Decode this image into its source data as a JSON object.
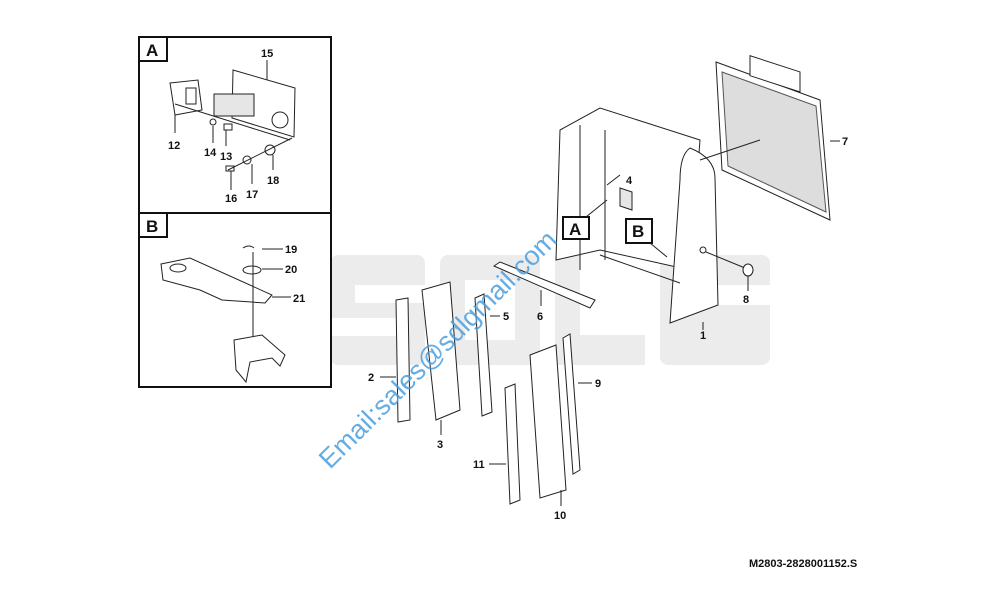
{
  "diagram_code": "M2803-2828001152.S",
  "watermark_logo": "SDLG",
  "watermark_email": "Email:sales@sdlgmail.com",
  "detail_views": {
    "a": "A",
    "b": "B"
  },
  "callouts": {
    "a": "A",
    "b": "B"
  },
  "parts": [
    "1",
    "2",
    "3",
    "4",
    "5",
    "6",
    "7",
    "8",
    "9",
    "10",
    "11",
    "12",
    "13",
    "14",
    "15",
    "16",
    "17",
    "18",
    "19",
    "20",
    "21"
  ]
}
